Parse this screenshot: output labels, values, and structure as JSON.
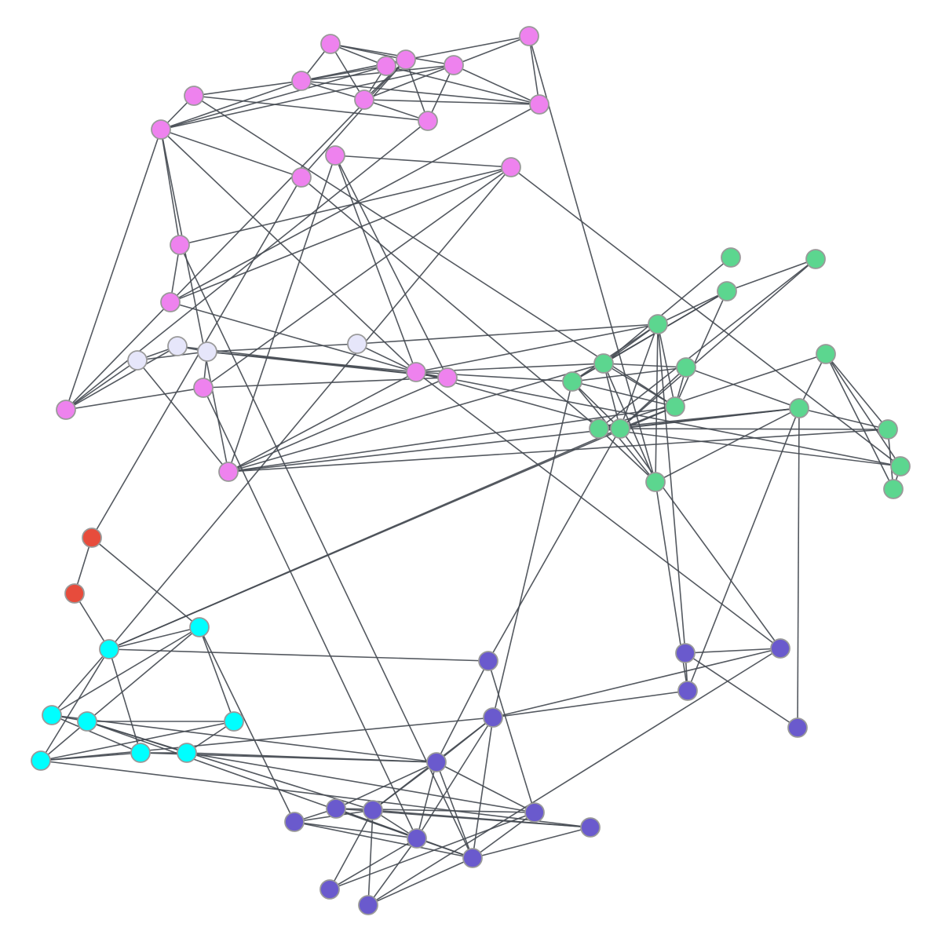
{
  "graph": {
    "groups": {
      "violet": {
        "color": "#ee82ee"
      },
      "lavender": {
        "color": "#e6e6fa"
      },
      "green": {
        "color": "#5cd68f"
      },
      "cyan": {
        "color": "#00ffff"
      },
      "purple": {
        "color": "#6a5acd"
      },
      "red": {
        "color": "#e74c3c"
      }
    },
    "nodes": [
      {
        "id": "v1",
        "group": "violet"
      },
      {
        "id": "v2",
        "group": "violet"
      },
      {
        "id": "v3",
        "group": "violet"
      },
      {
        "id": "v4",
        "group": "violet"
      },
      {
        "id": "v5",
        "group": "violet"
      },
      {
        "id": "v6",
        "group": "violet"
      },
      {
        "id": "v7",
        "group": "violet"
      },
      {
        "id": "v8",
        "group": "violet"
      },
      {
        "id": "v9",
        "group": "violet"
      },
      {
        "id": "v10",
        "group": "violet"
      },
      {
        "id": "v11",
        "group": "violet"
      },
      {
        "id": "v12",
        "group": "violet"
      },
      {
        "id": "v13",
        "group": "violet"
      },
      {
        "id": "v14",
        "group": "violet"
      },
      {
        "id": "v15",
        "group": "violet"
      },
      {
        "id": "v16",
        "group": "violet"
      },
      {
        "id": "v17",
        "group": "violet"
      },
      {
        "id": "v18",
        "group": "violet"
      },
      {
        "id": "v19",
        "group": "violet"
      },
      {
        "id": "v20",
        "group": "violet"
      },
      {
        "id": "v21",
        "group": "violet"
      },
      {
        "id": "l1",
        "group": "lavender"
      },
      {
        "id": "l2",
        "group": "lavender"
      },
      {
        "id": "l3",
        "group": "lavender"
      },
      {
        "id": "l4",
        "group": "lavender"
      },
      {
        "id": "g1",
        "group": "green"
      },
      {
        "id": "g2",
        "group": "green"
      },
      {
        "id": "g3",
        "group": "green"
      },
      {
        "id": "g4",
        "group": "green"
      },
      {
        "id": "g5",
        "group": "green"
      },
      {
        "id": "g6",
        "group": "green"
      },
      {
        "id": "g7",
        "group": "green"
      },
      {
        "id": "g8",
        "group": "green"
      },
      {
        "id": "g9",
        "group": "green"
      },
      {
        "id": "g10",
        "group": "green"
      },
      {
        "id": "g11",
        "group": "green"
      },
      {
        "id": "g12",
        "group": "green"
      },
      {
        "id": "g13",
        "group": "green"
      },
      {
        "id": "g14",
        "group": "green"
      },
      {
        "id": "g15",
        "group": "green"
      },
      {
        "id": "g16",
        "group": "green"
      },
      {
        "id": "r1",
        "group": "red"
      },
      {
        "id": "r2",
        "group": "red"
      },
      {
        "id": "c1",
        "group": "cyan"
      },
      {
        "id": "c2",
        "group": "cyan"
      },
      {
        "id": "c3",
        "group": "cyan"
      },
      {
        "id": "c4",
        "group": "cyan"
      },
      {
        "id": "c5",
        "group": "cyan"
      },
      {
        "id": "c6",
        "group": "cyan"
      },
      {
        "id": "c7",
        "group": "cyan"
      },
      {
        "id": "c8",
        "group": "cyan"
      },
      {
        "id": "p1",
        "group": "purple"
      },
      {
        "id": "p2",
        "group": "purple"
      },
      {
        "id": "p3",
        "group": "purple"
      },
      {
        "id": "p4",
        "group": "purple"
      },
      {
        "id": "p5",
        "group": "purple"
      },
      {
        "id": "p6",
        "group": "purple"
      },
      {
        "id": "p7",
        "group": "purple"
      },
      {
        "id": "p8",
        "group": "purple"
      },
      {
        "id": "p9",
        "group": "purple"
      },
      {
        "id": "p10",
        "group": "purple"
      },
      {
        "id": "p11",
        "group": "purple"
      },
      {
        "id": "p12",
        "group": "purple"
      },
      {
        "id": "p13",
        "group": "purple"
      },
      {
        "id": "p14",
        "group": "purple"
      },
      {
        "id": "p15",
        "group": "purple"
      },
      {
        "id": "p16",
        "group": "purple"
      }
    ],
    "edges": [
      [
        "v1",
        "v3"
      ],
      [
        "v1",
        "v4"
      ],
      [
        "v1",
        "v5"
      ],
      [
        "v1",
        "v6"
      ],
      [
        "v1",
        "v7"
      ],
      [
        "v2",
        "v4"
      ],
      [
        "v2",
        "v5"
      ],
      [
        "v2",
        "v8"
      ],
      [
        "v3",
        "v4"
      ],
      [
        "v3",
        "v6"
      ],
      [
        "v3",
        "v7"
      ],
      [
        "v3",
        "v8"
      ],
      [
        "v3",
        "v11"
      ],
      [
        "v4",
        "v6"
      ],
      [
        "v4",
        "v7"
      ],
      [
        "v4",
        "v10"
      ],
      [
        "v4",
        "v12"
      ],
      [
        "v5",
        "v6"
      ],
      [
        "v5",
        "v7"
      ],
      [
        "v5",
        "v8"
      ],
      [
        "v5",
        "v10"
      ],
      [
        "v5",
        "v11"
      ],
      [
        "v6",
        "v7"
      ],
      [
        "v6",
        "v8"
      ],
      [
        "v6",
        "v9"
      ],
      [
        "v6",
        "v11"
      ],
      [
        "v7",
        "v8"
      ],
      [
        "v7",
        "v10"
      ],
      [
        "v9",
        "v10"
      ],
      [
        "v9",
        "v11"
      ],
      [
        "v11",
        "v12"
      ],
      [
        "v11",
        "v15"
      ],
      [
        "v11",
        "v17"
      ],
      [
        "v11",
        "v19"
      ],
      [
        "v11",
        "v20"
      ],
      [
        "v13",
        "v14"
      ],
      [
        "v13",
        "v19"
      ],
      [
        "v13",
        "v20"
      ],
      [
        "v13",
        "v21"
      ],
      [
        "v14",
        "v15"
      ],
      [
        "v14",
        "v16"
      ],
      [
        "v14",
        "v18"
      ],
      [
        "v14",
        "g15"
      ],
      [
        "v14",
        "c2"
      ],
      [
        "v10",
        "v17"
      ],
      [
        "v12",
        "g10"
      ],
      [
        "v8",
        "v16"
      ],
      [
        "v16",
        "v20"
      ],
      [
        "v4",
        "v17"
      ],
      [
        "v9",
        "g8"
      ],
      [
        "v2",
        "g11"
      ],
      [
        "v19",
        "v20"
      ],
      [
        "v19",
        "v21"
      ],
      [
        "v19",
        "g6"
      ],
      [
        "v19",
        "g8"
      ],
      [
        "v19",
        "g14"
      ],
      [
        "v19",
        "g12"
      ],
      [
        "v20",
        "g4"
      ],
      [
        "v20",
        "g6"
      ],
      [
        "v20",
        "g7"
      ],
      [
        "v20",
        "g9"
      ],
      [
        "v20",
        "g15"
      ],
      [
        "v20",
        "p3"
      ],
      [
        "v15",
        "v16"
      ],
      [
        "v15",
        "p14"
      ],
      [
        "v18",
        "v21"
      ],
      [
        "v18",
        "v17"
      ],
      [
        "v18",
        "p13"
      ],
      [
        "l1",
        "l2"
      ],
      [
        "l1",
        "l3"
      ],
      [
        "l1",
        "v17"
      ],
      [
        "l1",
        "v19"
      ],
      [
        "l2",
        "l3"
      ],
      [
        "l2",
        "v17"
      ],
      [
        "l2",
        "v21"
      ],
      [
        "l3",
        "l4"
      ],
      [
        "l3",
        "v18"
      ],
      [
        "l3",
        "v21"
      ],
      [
        "l3",
        "v20"
      ],
      [
        "l4",
        "g4"
      ],
      [
        "l4",
        "v20"
      ],
      [
        "g1",
        "g6"
      ],
      [
        "g2",
        "g3"
      ],
      [
        "g2",
        "g9"
      ],
      [
        "g2",
        "g10"
      ],
      [
        "g3",
        "g4"
      ],
      [
        "g3",
        "g8"
      ],
      [
        "g3",
        "g7"
      ],
      [
        "g3",
        "g6"
      ],
      [
        "g4",
        "g6"
      ],
      [
        "g4",
        "g7"
      ],
      [
        "g4",
        "g8"
      ],
      [
        "g4",
        "g9"
      ],
      [
        "g4",
        "g11"
      ],
      [
        "g4",
        "p2"
      ],
      [
        "g5",
        "g6"
      ],
      [
        "g5",
        "g7"
      ],
      [
        "g5",
        "g8"
      ],
      [
        "g5",
        "g9"
      ],
      [
        "g5",
        "g12"
      ],
      [
        "g6",
        "g7"
      ],
      [
        "g6",
        "g8"
      ],
      [
        "g6",
        "g9"
      ],
      [
        "g6",
        "g11"
      ],
      [
        "g7",
        "g8"
      ],
      [
        "g7",
        "g9"
      ],
      [
        "g7",
        "g11"
      ],
      [
        "g7",
        "p6"
      ],
      [
        "g8",
        "g9"
      ],
      [
        "g8",
        "c2"
      ],
      [
        "g9",
        "g12"
      ],
      [
        "g9",
        "c2"
      ],
      [
        "g9",
        "p3"
      ],
      [
        "g9",
        "p1"
      ],
      [
        "g10",
        "g11"
      ],
      [
        "g10",
        "g12"
      ],
      [
        "g10",
        "g13"
      ],
      [
        "g10",
        "g14"
      ],
      [
        "g10",
        "g15"
      ],
      [
        "g11",
        "g12"
      ],
      [
        "g11",
        "p4"
      ],
      [
        "g12",
        "g13"
      ],
      [
        "g12",
        "g14"
      ],
      [
        "g12",
        "p4"
      ],
      [
        "g12",
        "p5"
      ],
      [
        "g13",
        "g14"
      ],
      [
        "g13",
        "g16"
      ],
      [
        "g14",
        "g16"
      ],
      [
        "g15",
        "g16"
      ],
      [
        "g15",
        "g13"
      ],
      [
        "r1",
        "r2"
      ],
      [
        "r1",
        "c1"
      ],
      [
        "r1",
        "v12"
      ],
      [
        "r2",
        "c2"
      ],
      [
        "c1",
        "c2"
      ],
      [
        "c1",
        "c3"
      ],
      [
        "c1",
        "c4"
      ],
      [
        "c1",
        "c5"
      ],
      [
        "c1",
        "p10"
      ],
      [
        "c2",
        "c3"
      ],
      [
        "c2",
        "c6"
      ],
      [
        "c2",
        "c7"
      ],
      [
        "c2",
        "p1"
      ],
      [
        "c3",
        "c4"
      ],
      [
        "c3",
        "c7"
      ],
      [
        "c3",
        "p7"
      ],
      [
        "c4",
        "c5"
      ],
      [
        "c4",
        "c6"
      ],
      [
        "c4",
        "c8"
      ],
      [
        "c4",
        "p13"
      ],
      [
        "c4",
        "p12"
      ],
      [
        "c5",
        "c6"
      ],
      [
        "c5",
        "c8"
      ],
      [
        "c6",
        "c7"
      ],
      [
        "c6",
        "p9"
      ],
      [
        "c6",
        "p6"
      ],
      [
        "c7",
        "c8"
      ],
      [
        "c7",
        "p7"
      ],
      [
        "c8",
        "p7"
      ],
      [
        "c8",
        "p8"
      ],
      [
        "p1",
        "p8"
      ],
      [
        "p1",
        "p7"
      ],
      [
        "p2",
        "p3"
      ],
      [
        "p2",
        "p4"
      ],
      [
        "p2",
        "p5"
      ],
      [
        "p3",
        "p6"
      ],
      [
        "p3",
        "p16"
      ],
      [
        "p4",
        "p6"
      ],
      [
        "p6",
        "p7"
      ],
      [
        "p6",
        "p14"
      ],
      [
        "p6",
        "p12"
      ],
      [
        "p6",
        "p13"
      ],
      [
        "p7",
        "p8"
      ],
      [
        "p7",
        "p11"
      ],
      [
        "p7",
        "p12"
      ],
      [
        "p7",
        "p14"
      ],
      [
        "p7",
        "p13"
      ],
      [
        "p8",
        "p14"
      ],
      [
        "p8",
        "p15"
      ],
      [
        "p8",
        "p11"
      ],
      [
        "p9",
        "p14"
      ],
      [
        "p9",
        "p12"
      ],
      [
        "p9",
        "p11"
      ],
      [
        "p10",
        "p12"
      ],
      [
        "p10",
        "p13"
      ],
      [
        "p10",
        "p14"
      ],
      [
        "p11",
        "p14"
      ],
      [
        "p11",
        "p13"
      ],
      [
        "p12",
        "p15"
      ],
      [
        "p12",
        "p13"
      ],
      [
        "p12",
        "p16"
      ],
      [
        "p13",
        "p14"
      ],
      [
        "p13",
        "p15"
      ],
      [
        "p13",
        "p16"
      ],
      [
        "p14",
        "p16"
      ],
      [
        "p10",
        "p11"
      ]
    ]
  }
}
